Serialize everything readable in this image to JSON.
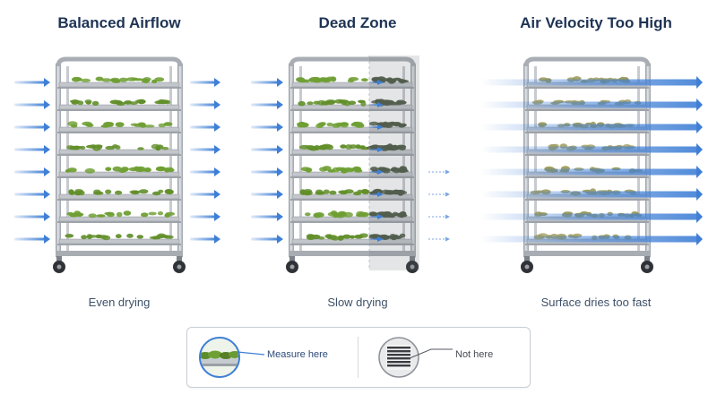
{
  "panels": [
    {
      "title": "Balanced Airflow",
      "caption": "Even drying",
      "state": "balanced"
    },
    {
      "title": "Dead Zone",
      "caption": "Slow drying",
      "state": "dead-zone"
    },
    {
      "title": "Air Velocity Too High",
      "caption": "Surface dries too fast",
      "state": "too-high"
    }
  ],
  "legend": {
    "measure_label": "Measure here",
    "not_label": "Not here"
  },
  "colors": {
    "title": "#1e3354",
    "arrow": "#3f7fd6",
    "rack_steel": "#b9bdc3",
    "foliage": "#5f8f2a",
    "dried_foliage": "#4d5a45",
    "crisp_foliage": "#9c9a5a"
  }
}
